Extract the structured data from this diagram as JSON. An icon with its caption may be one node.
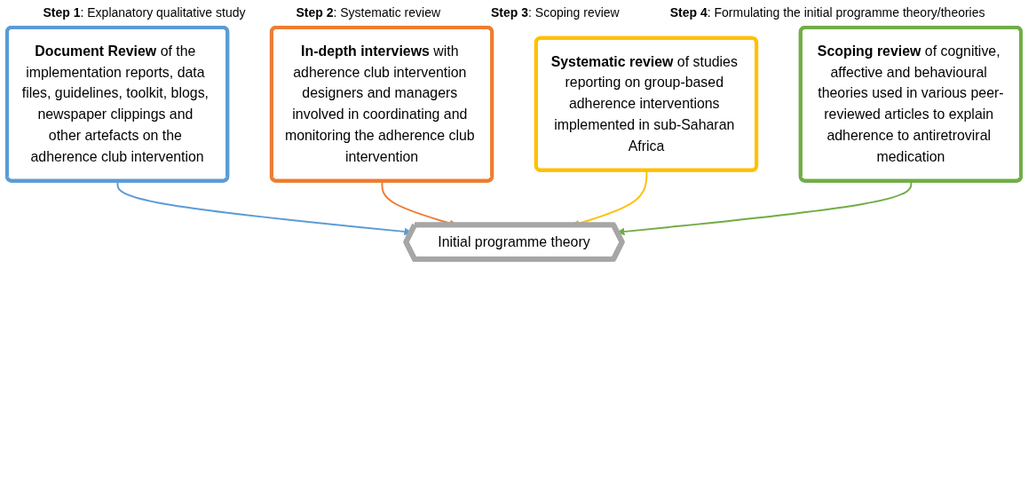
{
  "diagram": {
    "nodes": [
      {
        "text": [
          "**Document Review** of the implementation reports, data files, guidelines, toolkit, blogs, newspaper clippings and other artefacts on the adherence club intervention"
        ]
      },
      {
        "text": [
          "**In-depth interviews** with adherence club intervention designers and managers involved in coordinating and monitoring the adherence club intervention"
        ]
      },
      {
        "text": [
          "**Systematic review** of studies reporting on group-based adherence interventions implemented in sub-Saharan Africa"
        ]
      },
      {
        "text": [
          "**Scoping review** of cognitive, affective and behavioural theories used in various peer-reviewed articles to explain adherence to antiretroviral medication"
        ]
      },
      {
        "text": [
          "Initial programme theory"
        ]
      }
    ],
    "edges": [
      {
        "from": 0,
        "to": 4,
        "arrow": "to",
        "color": "#5b9bd5"
      },
      {
        "from": 1,
        "to": 4,
        "arrow": "to",
        "color": "#ed7d31"
      },
      {
        "from": 2,
        "to": 4,
        "arrow": "to",
        "color": "#ffc000"
      },
      {
        "from": 3,
        "to": 4,
        "arrow": "to",
        "color": "#70ad47"
      }
    ],
    "labels": [
      "**Step 1**: Explanatory qualitative study",
      "**Step 2**: Systematic review",
      "**Step 3**: Scoping review",
      "**Step 4**: Formulating the initial programme theory/theories"
    ]
  }
}
